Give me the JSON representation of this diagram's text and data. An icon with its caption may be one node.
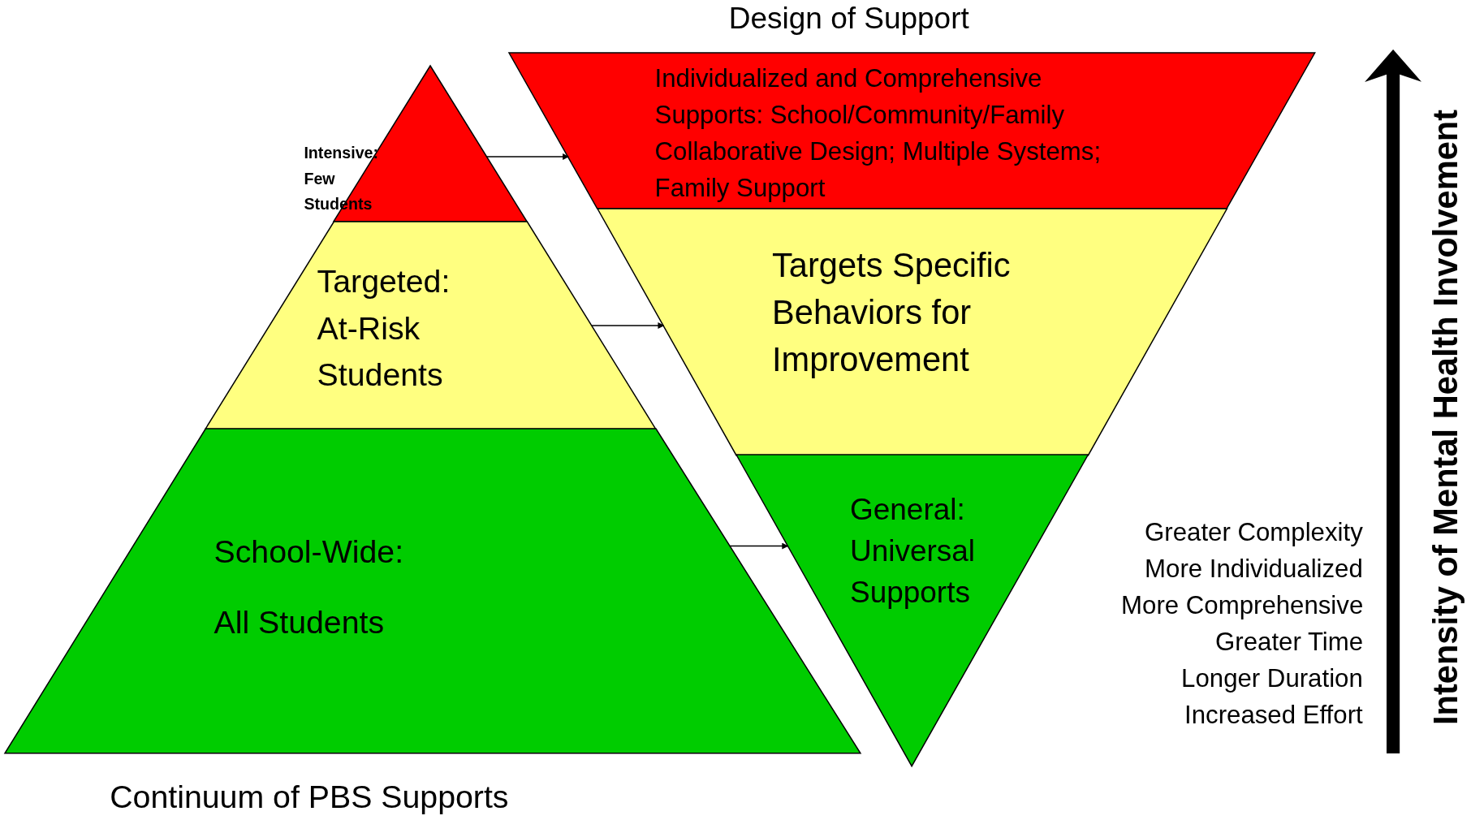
{
  "diagram": {
    "nodes": [
      {
        "text": [
          "Intensive: Few Students"
        ]
      },
      {
        "text": [
          "Targeted: At-Risk Students"
        ]
      },
      {
        "text": [
          "School-Wide: All Students"
        ]
      },
      {
        "text": [
          "Individualized and Comprehensive Supports: School/Community/Family Collaborative Design; Multiple Systems; Family Support"
        ]
      },
      {
        "text": [
          "Targets Specific Behaviors for Improvement"
        ]
      },
      {
        "text": [
          "General: Universal Supports"
        ]
      }
    ],
    "edges": [
      {
        "from": 0,
        "to": 3,
        "arrow": "to"
      },
      {
        "from": 1,
        "to": 4,
        "arrow": "to"
      },
      {
        "from": 2,
        "to": 5,
        "arrow": "to"
      }
    ],
    "labels": [
      "Design of Support",
      "Intensity of Mental Health Involvement",
      "Greater Complexity",
      "More Individualized",
      "More Comprehensive",
      "Greater Time",
      "Longer Duration",
      "Increased Effort",
      "Continuum of PBS Supports"
    ]
  }
}
